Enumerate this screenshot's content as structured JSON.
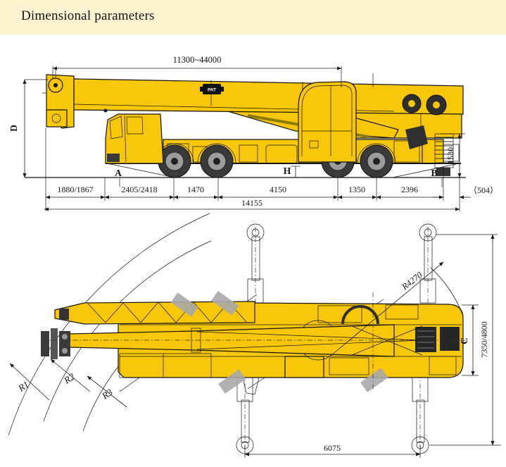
{
  "header": {
    "title": "Dimensional parameters"
  },
  "side_view": {
    "boom_length_range": "11300~44000",
    "overall_height_label": "D",
    "boom_logo": "PAT",
    "approach_angle_label": "A",
    "chassis_clearance_label": "H",
    "departure_angle_label": "B",
    "rear_unit_height": "1530",
    "segment_dims": [
      "1880/1867",
      "2405/2418",
      "1470",
      "4150",
      "1350",
      "2396"
    ],
    "rear_overhang": "（504）",
    "overall_length": "14155"
  },
  "plan_view": {
    "tail_swing_radius": "R4270",
    "carrier_width_label": "C",
    "outrigger_spread": "7350/4800",
    "outrigger_longitudinal_base": "6075",
    "turning_radius_labels": [
      "R1",
      "R2",
      "R3"
    ]
  },
  "colors": {
    "crane_yellow": "#F8C70A",
    "header_background": "#FCF2D0",
    "line": "#1A1A1A",
    "machine_gray": "#ABABAB"
  }
}
